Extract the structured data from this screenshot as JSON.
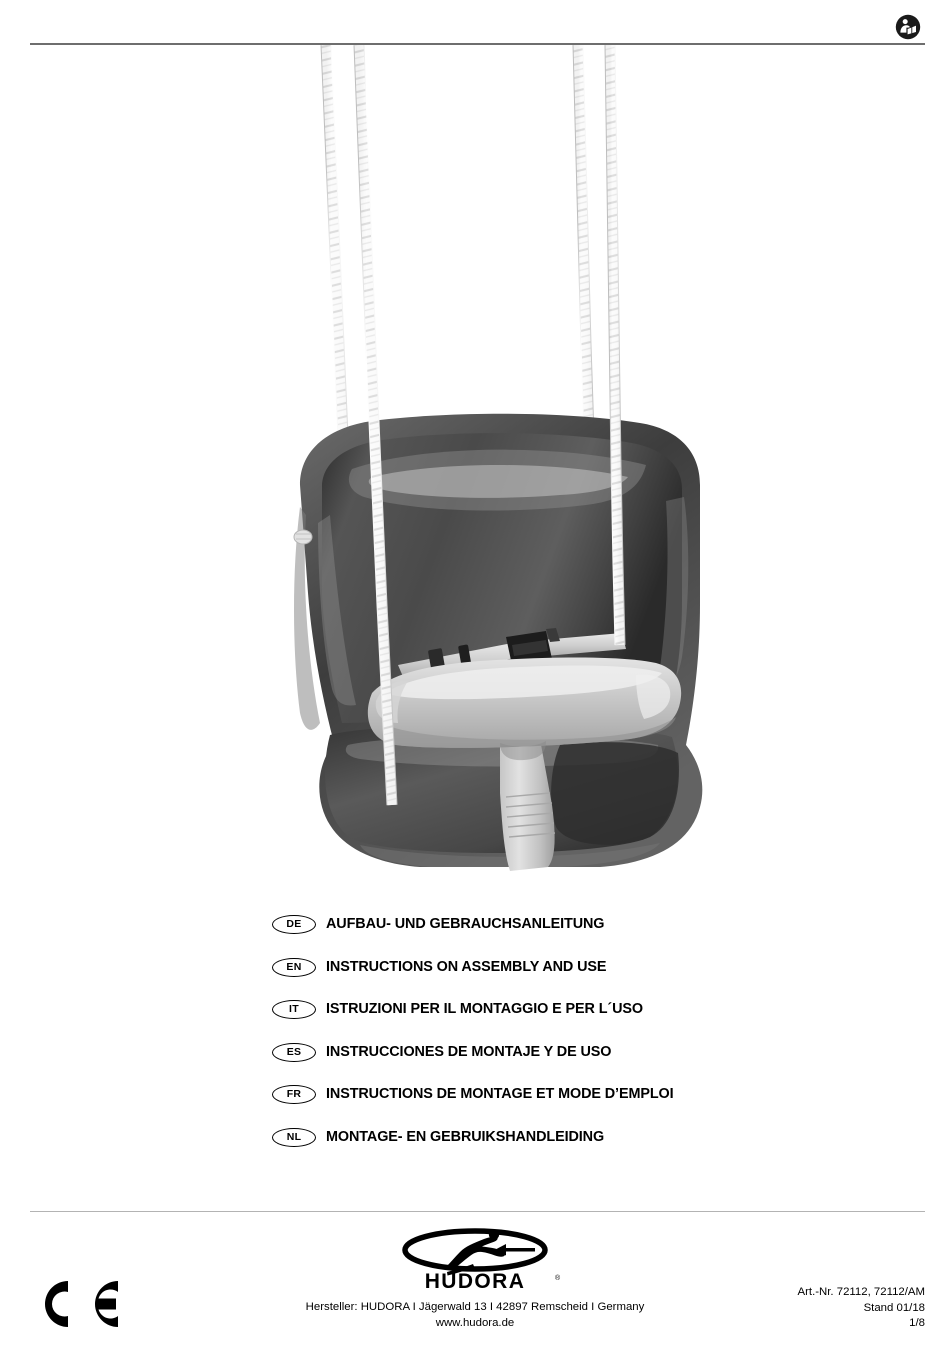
{
  "document": {
    "top_icon": "read-instructions-icon"
  },
  "languages": [
    {
      "code": "DE",
      "title": "AUFBAU- UND GEBRAUCHSANLEITUNG"
    },
    {
      "code": "EN",
      "title": "INSTRUCTIONS ON ASSEMBLY AND USE"
    },
    {
      "code": "IT",
      "title": "ISTRUZIONI PER IL MONTAGGIO E PER L´USO"
    },
    {
      "code": "ES",
      "title": "INSTRUCCIONES DE MONTAJE Y DE USO"
    },
    {
      "code": "FR",
      "title": "INSTRUCTIONS DE MONTAGE ET MODE D’EMPLOI"
    },
    {
      "code": "NL",
      "title": "MONTAGE- EN GEBRUIKSHANDLEIDING"
    }
  ],
  "product_image": {
    "name": "baby-swing-seat-photo",
    "description": "Baby swing seat with safety bar suspended on four ropes",
    "seat_color": "#4f4f4f",
    "safety_bar_color": "#c9c9c9",
    "rope_color": "#f2f2f2"
  },
  "footer": {
    "ce_mark": "CE",
    "brand": "HUDORA",
    "brand_registered": "®",
    "manufacturer_line": "Hersteller: HUDORA I Jägerwald 13 I 42897 Remscheid I Germany",
    "website": "www.hudora.de",
    "article_number": "Art.-Nr. 72112, 72112/AM",
    "revision": "Stand 01/18",
    "page_number": "1/8"
  }
}
